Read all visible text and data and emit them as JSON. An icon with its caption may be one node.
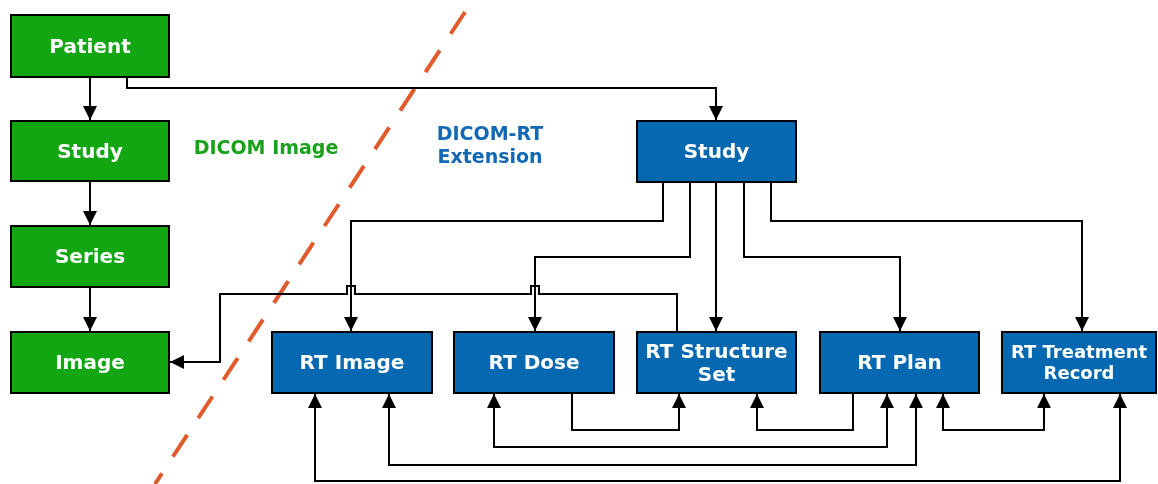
{
  "diagram": {
    "nodes": [
      {
        "text": [
          "Patient"
        ]
      },
      {
        "text": [
          "Study"
        ]
      },
      {
        "text": [
          "Series"
        ]
      },
      {
        "text": [
          "Image"
        ]
      },
      {
        "text": [
          "Study"
        ]
      },
      {
        "text": [
          "RT Image"
        ]
      },
      {
        "text": [
          "RT Dose"
        ]
      },
      {
        "text": [
          "RT Structure Set"
        ]
      },
      {
        "text": [
          "RT Plan"
        ]
      },
      {
        "text": [
          "RT Treatment Record"
        ]
      }
    ],
    "edges": [
      {
        "from": 0,
        "to": 1,
        "arrow": "to"
      },
      {
        "from": 1,
        "to": 2,
        "arrow": "to"
      },
      {
        "from": 2,
        "to": 3,
        "arrow": "to"
      },
      {
        "from": 0,
        "to": 4,
        "arrow": "to"
      },
      {
        "from": 4,
        "to": 5,
        "arrow": "to"
      },
      {
        "from": 4,
        "to": 6,
        "arrow": "to"
      },
      {
        "from": 4,
        "to": 7,
        "arrow": "to"
      },
      {
        "from": 4,
        "to": 8,
        "arrow": "to"
      },
      {
        "from": 4,
        "to": 9,
        "arrow": "to"
      },
      {
        "from": 7,
        "to": 3,
        "arrow": "to"
      },
      {
        "from": 6,
        "to": 7,
        "arrow": "to"
      },
      {
        "from": 8,
        "to": 7,
        "arrow": "to"
      },
      {
        "from": 6,
        "to": 8,
        "arrow": "both"
      },
      {
        "from": 5,
        "to": 8,
        "arrow": "both"
      },
      {
        "from": 5,
        "to": 9,
        "arrow": "both"
      },
      {
        "from": 8,
        "to": 9,
        "arrow": "both"
      }
    ],
    "labels": [
      "DICOM Image",
      "DICOM-RT Extension"
    ]
  }
}
